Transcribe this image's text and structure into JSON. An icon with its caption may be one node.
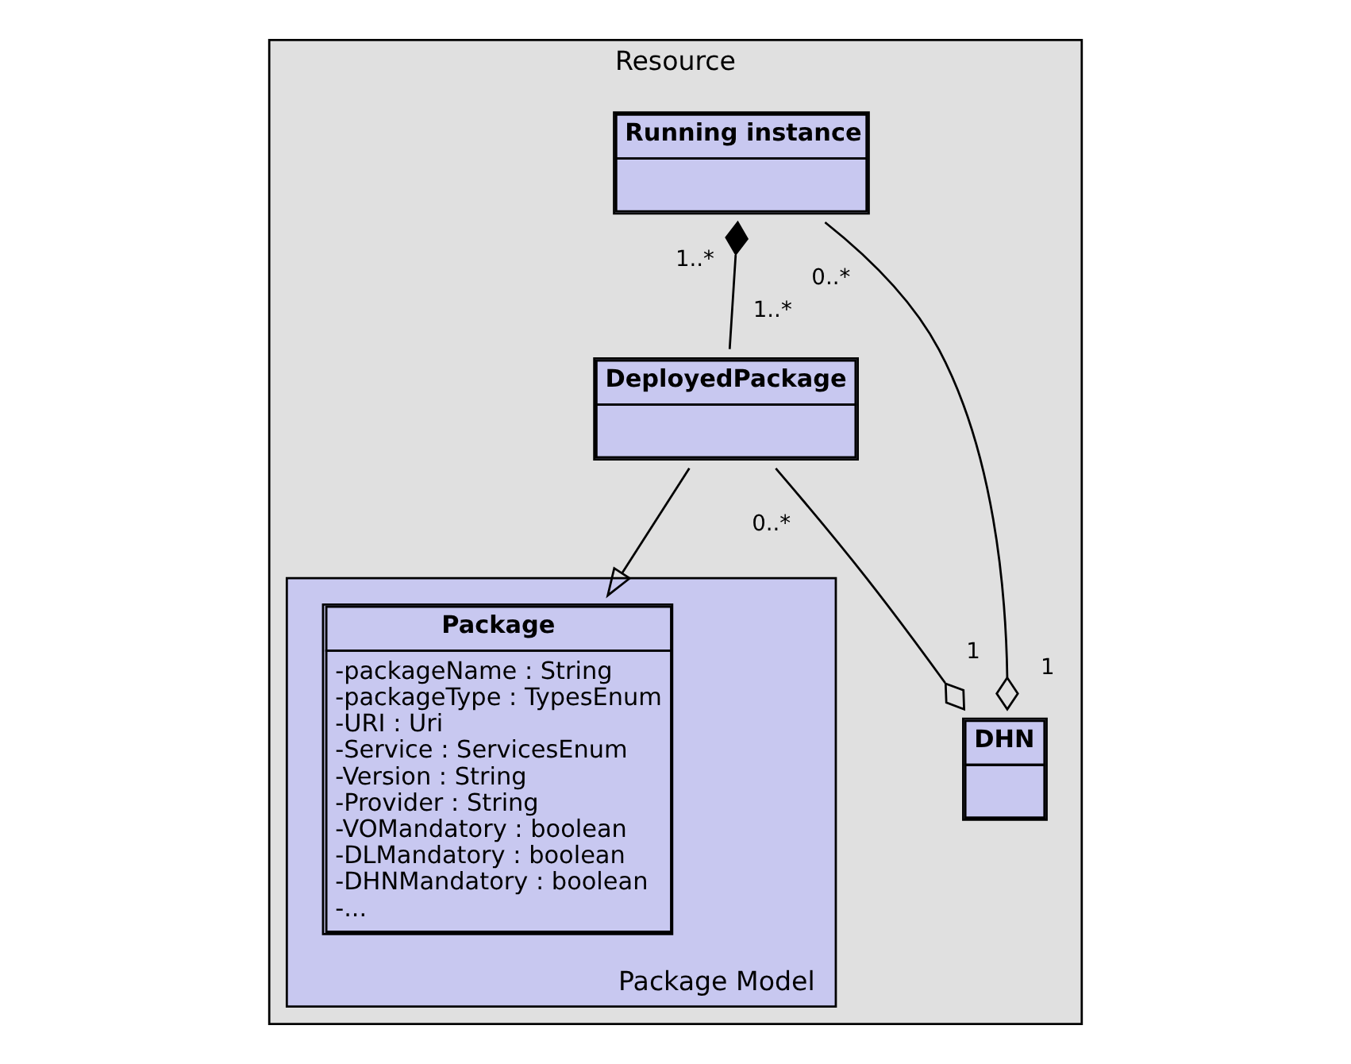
{
  "diagram": {
    "nodes": [
      {
        "text": [
          "Resource"
        ]
      },
      {
        "text": [
          "Running instance"
        ],
        "in": 0
      },
      {
        "text": [
          "DeployedPackage"
        ],
        "in": 0
      },
      {
        "text": [
          "DHN"
        ],
        "in": 0
      },
      {
        "text": [
          "Package Model"
        ],
        "in": 0
      },
      {
        "text": [
          "Package",
          "-packageName : String",
          "-packageType : TypesEnum",
          "-URI : Uri",
          "-Service : ServicesEnum",
          "-Version : String",
          "-Provider : String",
          "-VOMandatory : boolean",
          "-DLMandatory : boolean",
          "-DHNMandatory : boolean",
          "-..."
        ],
        "in": 4
      }
    ],
    "edges": [
      {
        "from": 1,
        "to": 2,
        "arrow": "other"
      },
      {
        "from": 1,
        "to": 3,
        "arrow": "other"
      },
      {
        "from": 2,
        "to": 3,
        "arrow": "other"
      },
      {
        "from": 2,
        "to": 5,
        "arrow": "to"
      }
    ],
    "labels": [
      "1..*",
      "1..*",
      "0..*",
      "0..*",
      "1",
      "1"
    ]
  }
}
